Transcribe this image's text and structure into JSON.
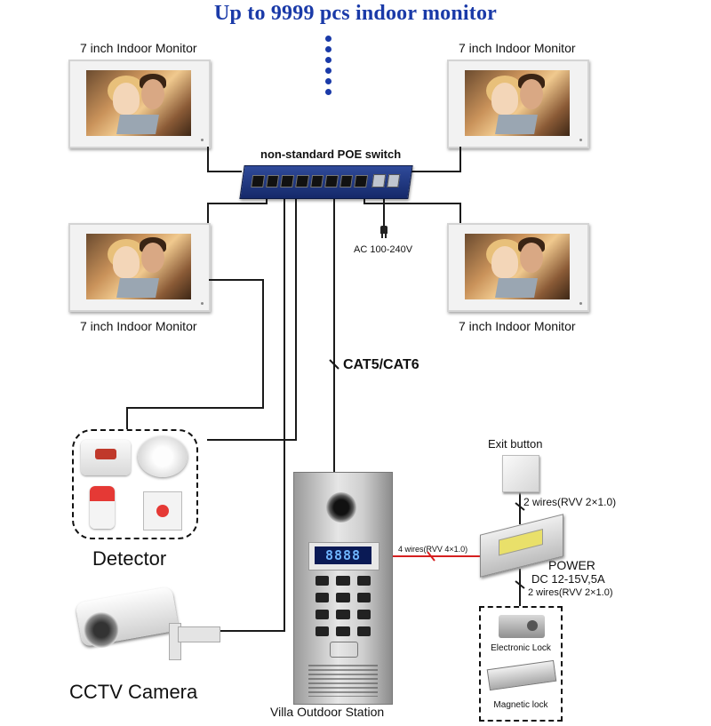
{
  "title": "Up to 9999 pcs indoor monitor",
  "monitors": {
    "top_left_label": "7 inch Indoor Monitor",
    "top_right_label": "7 inch Indoor Monitor",
    "bottom_left_label": "7 inch Indoor Monitor",
    "bottom_right_label": "7 inch Indoor Monitor"
  },
  "switch": {
    "label": "non-standard POE switch",
    "power_label": "AC 100-240V"
  },
  "cable_label": "CAT5/CAT6",
  "detector_label": "Detector",
  "camera_label": "CCTV Camera",
  "station_label": "Villa Outdoor Station",
  "station_display": "8888",
  "exit_button_label": "Exit button",
  "wire_exit": "2 wires(RVV 2×1.0)",
  "wire_station": "4 wires(RVV 4×1.0)",
  "power_label": "POWER",
  "power_spec": "DC 12-15V,5A",
  "wire_lock": "2 wires(RVV 2×1.0)",
  "electronic_lock_label": "Electronic Lock",
  "magnetic_lock_label": "Magnetic lock"
}
